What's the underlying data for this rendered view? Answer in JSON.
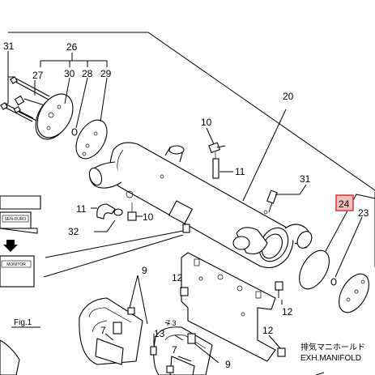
{
  "figure_label": "Fig.1",
  "caption": {
    "jp": "排気マニホールド",
    "en": "EXH.MANIFOLD"
  },
  "highlight_color": "#e23b3b",
  "highlighted_part": "24",
  "callouts": {
    "c31a": "31",
    "c26": "26",
    "c27": "27",
    "c30": "30",
    "c28": "28",
    "c29": "29",
    "c20": "20",
    "c10a": "10",
    "c11a": "11",
    "c31b": "31",
    "c24": "24",
    "c23": "23",
    "c11b": "11",
    "c10b": "10",
    "c32": "32",
    "c9a": "9",
    "c12a": "12",
    "c12b": "12",
    "c7a": "7",
    "c73": "7 3",
    "c13": "13",
    "c12c": "12",
    "c7b": "7",
    "c9b": "9"
  },
  "inset_labels": {
    "top": "SEN-DURO",
    "bottom": "MONITOR"
  }
}
